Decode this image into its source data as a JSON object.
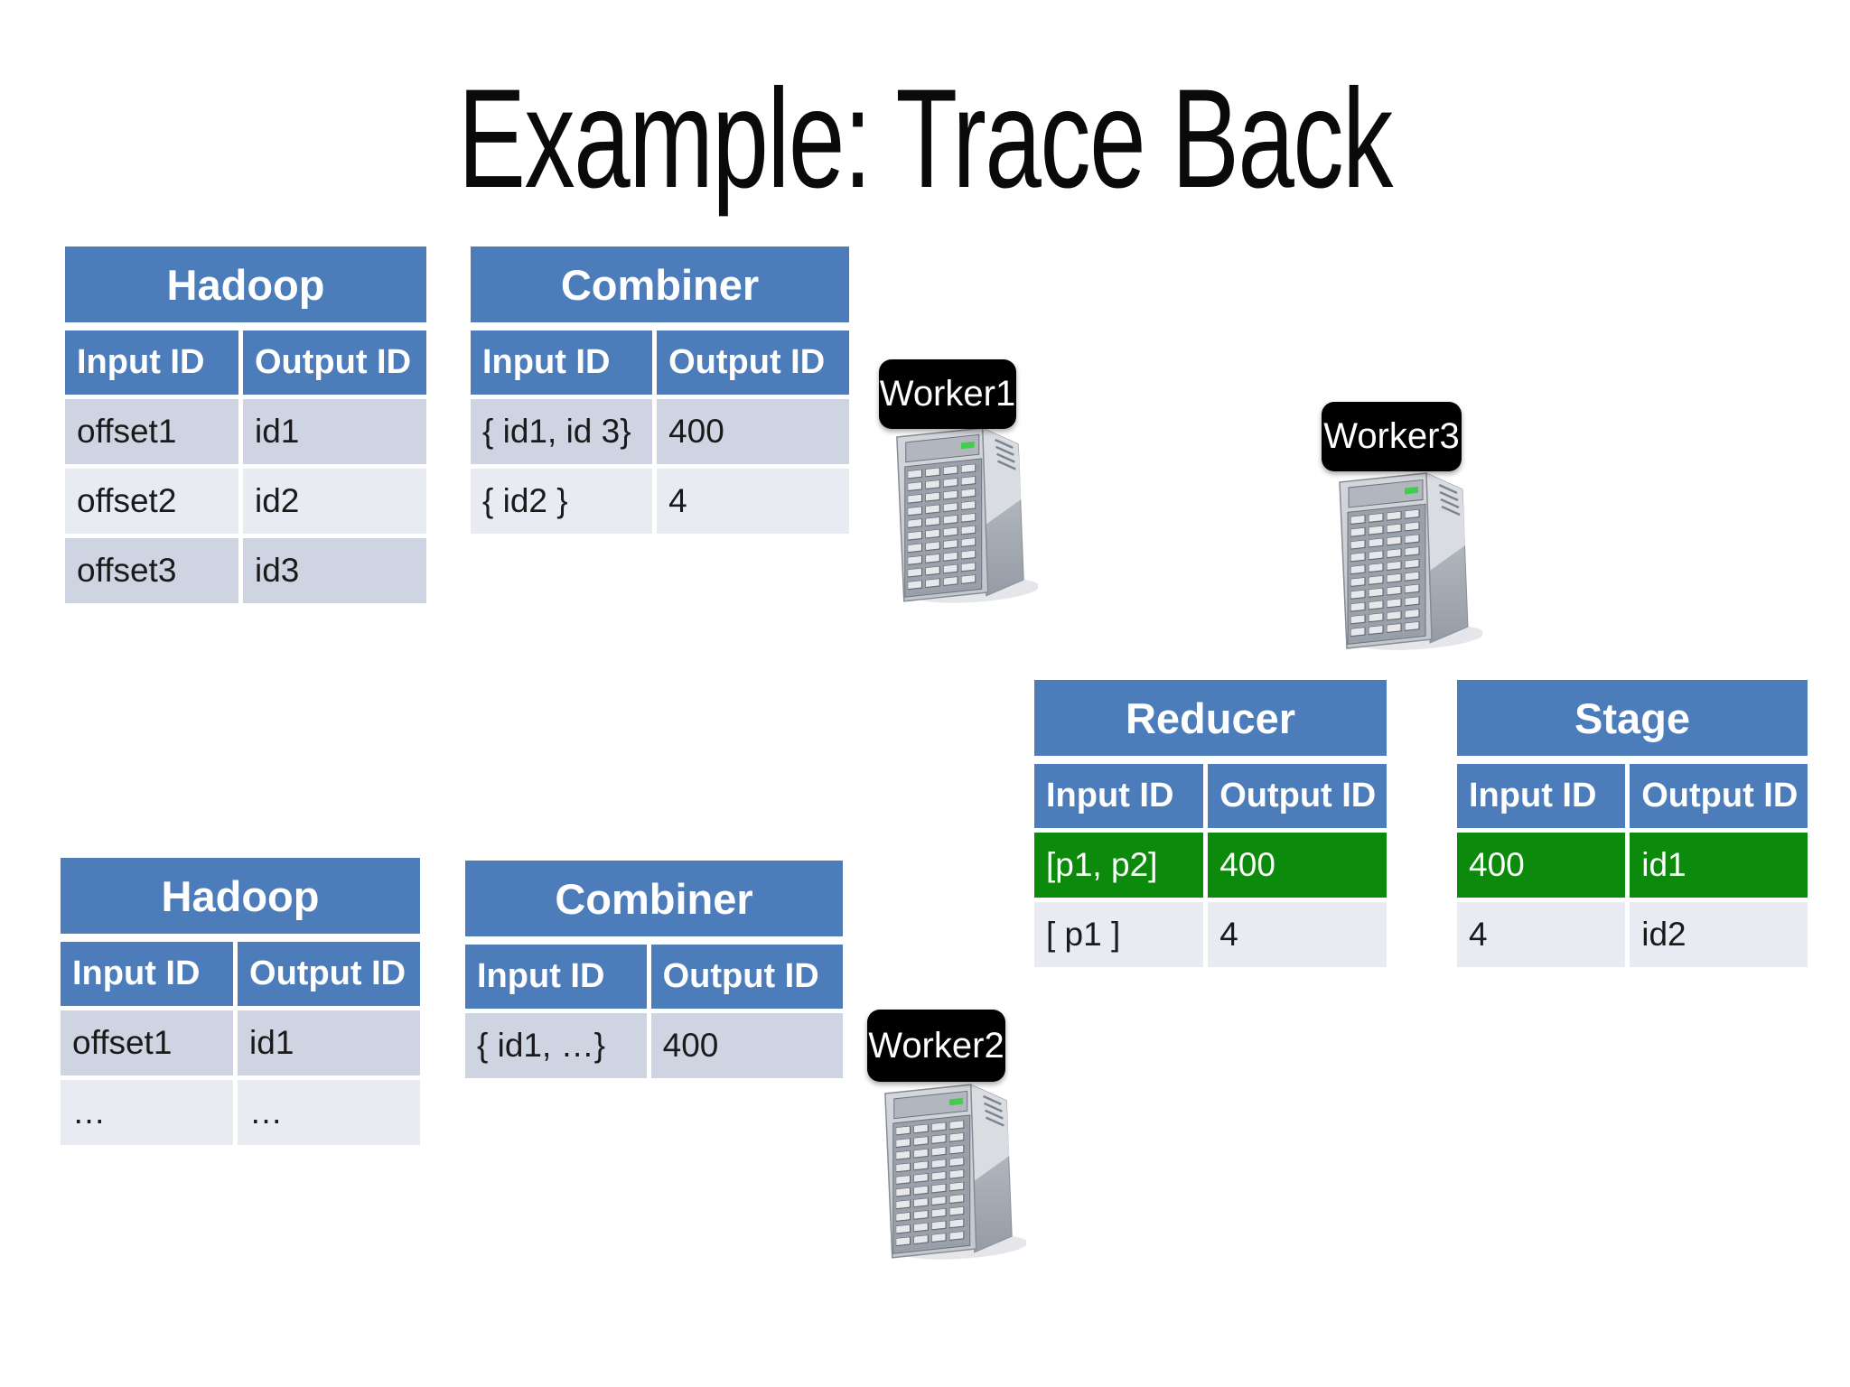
{
  "title": "Example: Trace Back",
  "colors": {
    "table_header_blue": "#4c7dba",
    "row_dark": "#cfd4e2",
    "row_light": "#e9ebf3",
    "highlight_green": "#0c8a0c",
    "worker_label_bg": "#000000",
    "worker_label_text": "#ffffff"
  },
  "tables": {
    "hadoop_top": {
      "title": "Hadoop",
      "columns": [
        "Input ID",
        "Output ID"
      ],
      "rows": [
        [
          "offset1",
          "id1"
        ],
        [
          "offset2",
          "id2"
        ],
        [
          "offset3",
          "id3"
        ]
      ]
    },
    "combiner_top": {
      "title": "Combiner",
      "columns": [
        "Input ID",
        "Output ID"
      ],
      "rows": [
        [
          "{ id1, id 3}",
          "400"
        ],
        [
          "{ id2 }",
          "4"
        ]
      ]
    },
    "reducer": {
      "title": "Reducer",
      "columns": [
        "Input ID",
        "Output ID"
      ],
      "rows": [
        [
          "[p1, p2]",
          "400"
        ],
        [
          "[ p1 ]",
          "4"
        ]
      ],
      "highlighted_rows": [
        0
      ]
    },
    "stage": {
      "title": "Stage",
      "columns": [
        "Input ID",
        "Output ID"
      ],
      "rows": [
        [
          "400",
          "id1"
        ],
        [
          "4",
          "id2"
        ]
      ],
      "highlighted_rows": [
        0
      ]
    },
    "hadoop_bottom": {
      "title": "Hadoop",
      "columns": [
        "Input ID",
        "Output ID"
      ],
      "rows": [
        [
          "offset1",
          "id1"
        ],
        [
          "…",
          "…"
        ]
      ]
    },
    "combiner_bottom": {
      "title": "Combiner",
      "columns": [
        "Input ID",
        "Output ID"
      ],
      "rows": [
        [
          "{ id1, …}",
          "400"
        ]
      ]
    }
  },
  "workers": [
    {
      "label": "Worker1"
    },
    {
      "label": "Worker3"
    },
    {
      "label": "Worker2"
    }
  ]
}
